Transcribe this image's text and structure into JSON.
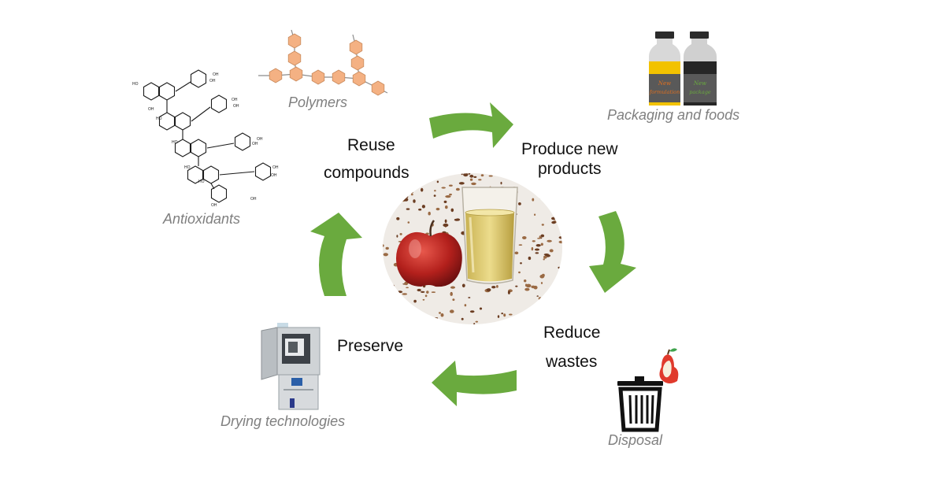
{
  "cycle": {
    "reuse": [
      "Reuse",
      "compounds"
    ],
    "produce": [
      "Produce new",
      "products"
    ],
    "reduce": [
      "Reduce",
      "wastes"
    ],
    "preserve": "Preserve"
  },
  "examples": {
    "polymers": "Polymers",
    "antioxidants": "Antioxidants",
    "packaging": "Packaging and foods",
    "drying": "Drying technologies",
    "disposal": "Disposal"
  },
  "bottles": {
    "left_label": [
      "New",
      "formulation"
    ],
    "right_label": [
      "New",
      "package"
    ]
  },
  "colors": {
    "arrow": "#6aaa3e",
    "hexagon": "#f4b183",
    "bottle_yellow": "#f2c200",
    "bottle_dark": "#262626",
    "caption": "#7f7f7f"
  }
}
